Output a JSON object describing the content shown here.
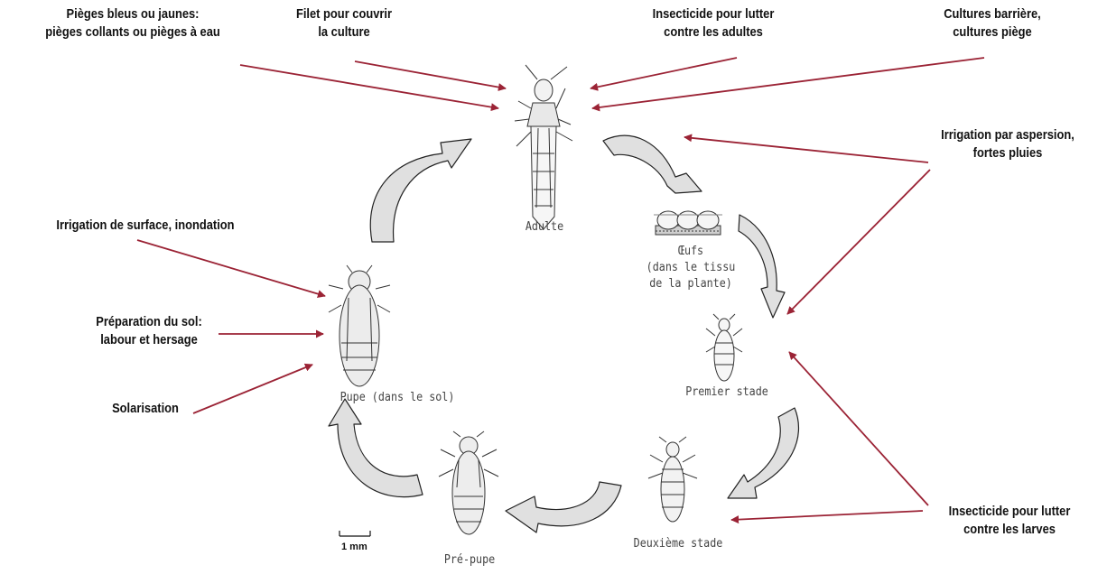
{
  "colors": {
    "arrow": "#9b2335",
    "cycle_fill": "#e0e0e0",
    "cycle_stroke": "#222222",
    "insect": "#333333"
  },
  "controls": {
    "traps": {
      "line1": "Pièges bleus ou jaunes:",
      "line2": "pièges collants ou pièges à eau"
    },
    "net": {
      "line1": "Filet pour couvrir",
      "line2": "la culture"
    },
    "insecticide_adults": {
      "line1": "Insecticide pour lutter",
      "line2": "contre les adultes"
    },
    "barrier_crops": {
      "line1": "Cultures barrière,",
      "line2": "cultures piège"
    },
    "sprinkler": {
      "line1": "Irrigation par aspersion,",
      "line2": "fortes pluies"
    },
    "surface_irrigation": {
      "line1": "Irrigation de surface, inondation"
    },
    "soil_prep": {
      "line1": "Préparation du sol:",
      "line2": "labour et hersage"
    },
    "solarisation": {
      "line1": "Solarisation"
    },
    "insecticide_larvae": {
      "line1": "Insecticide pour lutter",
      "line2": "contre les larves"
    }
  },
  "stages": {
    "adult": "Adulte",
    "eggs": {
      "line1": "Œufs",
      "line2": "(dans le tissu",
      "line3": "de la plante)"
    },
    "first_instar": "Premier stade",
    "second_instar": "Deuxième stade",
    "prepupa": "Pré-pupe",
    "pupa": "Pupe (dans le sol)"
  },
  "scale_bar": {
    "label": "1 mm"
  }
}
